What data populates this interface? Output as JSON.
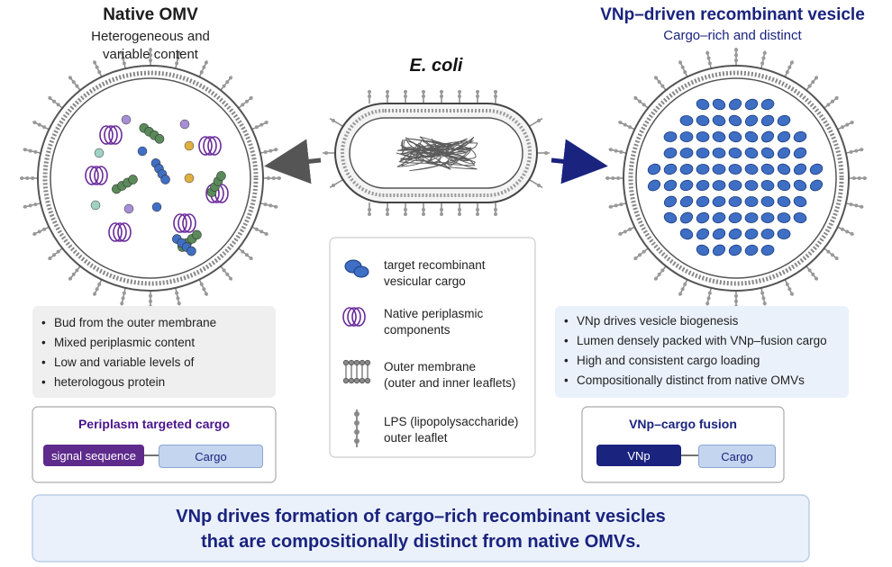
{
  "left": {
    "title": "Native OMV",
    "subtitle_line1": "Heterogeneous and",
    "subtitle_line2": "variable content",
    "bullets": [
      "Bud from the outer membrane",
      "Mixed periplasmic content",
      "Low and variable levels of",
      "heterologous protein"
    ],
    "cargo_box": {
      "title": "Periplasm targeted cargo",
      "signal_label": "signal sequence",
      "cargo_label": "Cargo"
    }
  },
  "center": {
    "title": "E. coli",
    "legend": [
      {
        "line1": "target recombinant",
        "line2": "vesicular cargo"
      },
      {
        "line1": "Native periplasmic",
        "line2": "components"
      },
      {
        "line1": "Outer membrane",
        "line2": "(outer and inner leaflets)"
      },
      {
        "line1": "LPS (lipopolysaccharide)",
        "line2": "outer leaflet"
      }
    ]
  },
  "right": {
    "title": "VNp–driven recombinant vesicle",
    "subtitle": "Cargo–rich and distinct",
    "bullets": [
      "VNp drives vesicle biogenesis",
      "Lumen densely packed with VNp–fusion cargo",
      "High and consistent cargo loading",
      "Compositionally distinct from native OMVs"
    ],
    "fusion_box": {
      "title": "VNp–cargo fusion",
      "vnp_label": "VNp",
      "cargo_label": "Cargo"
    }
  },
  "banner": {
    "line1": "VNp drives formation of cargo–rich recombinant vesicles",
    "line2": "that are compositionally distinct from native OMVs."
  },
  "colors": {
    "navy": "#1a237e",
    "purple": "#4a148c",
    "cargo_blue": "#3f6fc4",
    "green": "#5a8a5a",
    "grey_panel": "#efefef",
    "blue_panel": "#eaf1fb",
    "banner_bg": "#eaf1fb"
  }
}
